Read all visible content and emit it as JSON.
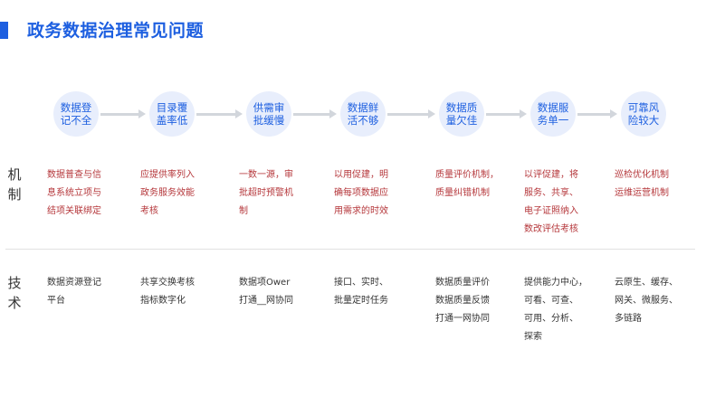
{
  "title": "政务数据治理常见问题",
  "row_labels": {
    "mechanism": "机\n制",
    "technology": "技\n术"
  },
  "problems": [
    "数据登记不全",
    "目录覆盖率低",
    "供需审批缓慢",
    "数据鲜活不够",
    "数据质量欠佳",
    "数据服务单一",
    "可靠风险较大"
  ],
  "mechanisms": [
    [
      "数据普查与信",
      "息系统立项与",
      "结项关联绑定"
    ],
    [
      "应提供率列入",
      "政务服务效能",
      "考核"
    ],
    [
      "一数一源，审",
      "批超时预警机",
      "制"
    ],
    [
      "以用促建，明",
      "确每项数据应",
      "用需求的时效"
    ],
    [
      "质量评价机制，",
      "质量纠错机制"
    ],
    [
      "以评促建，将",
      "服务、共享、",
      "电子证照纳入",
      "数改评估考核"
    ],
    [
      "巡检优化机制",
      "运维运营机制"
    ]
  ],
  "technologies": [
    [
      "数据资源登记",
      "平台"
    ],
    [
      "共享交换考核",
      "指标数字化"
    ],
    [
      "数据项Ower",
      "打通__网协同"
    ],
    [
      "接口、实时、",
      "批量定时任务"
    ],
    [
      "数据质量评价",
      "数据质量反馈",
      "打通一网协同"
    ],
    [
      "提供能力中心，",
      "可看、可查、",
      "可用、分析、",
      "探索"
    ],
    [
      " 云原生、缓存、",
      "网关、微服务、",
      "多链路"
    ]
  ],
  "colors": {
    "accent": "#1d5fe0",
    "node_fill": "#e8eefc",
    "mechanism_text": "#b5373b",
    "arrow": "#d2d6dc"
  }
}
